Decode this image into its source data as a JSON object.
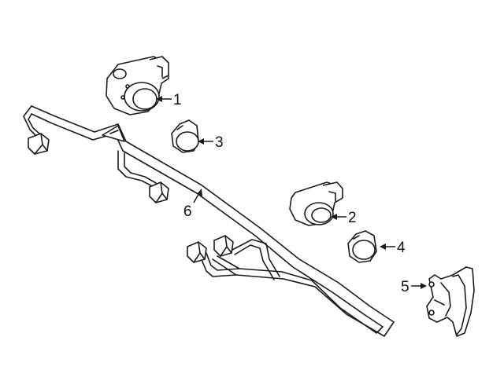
{
  "callouts": {
    "c1": "1",
    "c2": "2",
    "c3": "3",
    "c4": "4",
    "c5": "5",
    "c6": "6"
  },
  "parts": [
    {
      "callout": "1",
      "icon": "park-sensor-icon"
    },
    {
      "callout": "2",
      "icon": "park-sensor-icon"
    },
    {
      "callout": "3",
      "icon": "sensor-retainer-icon"
    },
    {
      "callout": "4",
      "icon": "sensor-retainer-icon"
    },
    {
      "callout": "5",
      "icon": "sensor-bracket-icon"
    },
    {
      "callout": "6",
      "icon": "wiring-harness-icon"
    }
  ],
  "colors": {
    "line": "#1a1a1a",
    "background": "#ffffff"
  }
}
